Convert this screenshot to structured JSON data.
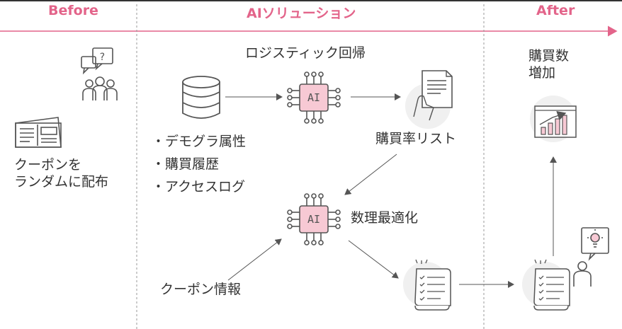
{
  "colors": {
    "accent": "#e3648a",
    "ink": "#555555",
    "chip_fill": "#f7c9d4",
    "circle_bg": "#f0f0f0"
  },
  "headers": {
    "before": "Before",
    "ai_solution": "AIソリューション",
    "after": "After"
  },
  "before": {
    "label_line1": "クーポンを",
    "label_line2": "ランダムに配布"
  },
  "ai": {
    "model_label": "ロジスティック回帰",
    "chip_text": "AI",
    "inputs": [
      "・デモグラ属性",
      "・購買履歴",
      "・アクセスログ"
    ],
    "list_label": "購買率リスト",
    "optimize_label": "数理最適化",
    "coupon_label": "クーポン情報"
  },
  "after": {
    "result_line1": "購買数",
    "result_line2": "増加"
  },
  "icons": [
    "question-bubble-icon",
    "people-group-icon",
    "newspaper-icon",
    "database-icon",
    "ai-chip-icon",
    "document-hand-icon",
    "checklist-scroll-icon",
    "lightbulb-person-icon",
    "growth-chart-icon"
  ]
}
